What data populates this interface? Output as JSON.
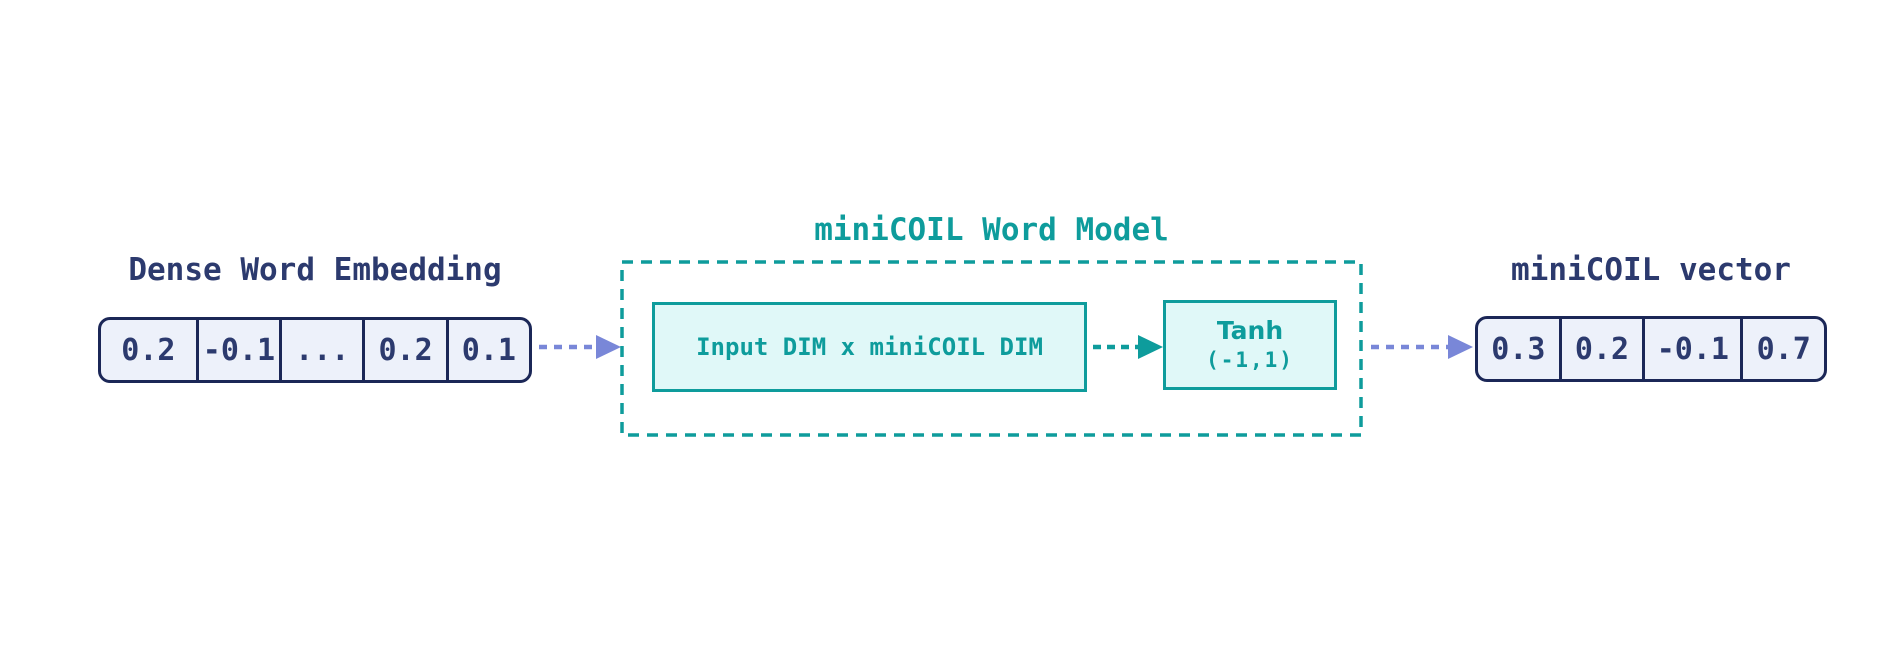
{
  "colors": {
    "navy": "#2c3a6e",
    "navy_border": "#1b2757",
    "cell_fill": "#edf1fa",
    "teal": "#0e9c9c",
    "teal_fill": "#e0f8f8",
    "purple": "#7987d8",
    "background": "#ffffff"
  },
  "dense_embedding": {
    "title": "Dense Word Embedding",
    "cells": [
      "0.2",
      "-0.1",
      "...",
      "0.2",
      "0.1"
    ]
  },
  "model": {
    "title": "miniCOIL Word Model",
    "matrix_label": "Input DIM x miniCOIL DIM",
    "tanh_label": "Tanh",
    "tanh_range": "(-1,1)"
  },
  "output_vector": {
    "title": "miniCOIL vector",
    "cells": [
      "0.3",
      "0.2",
      "-0.1",
      "0.7"
    ]
  }
}
